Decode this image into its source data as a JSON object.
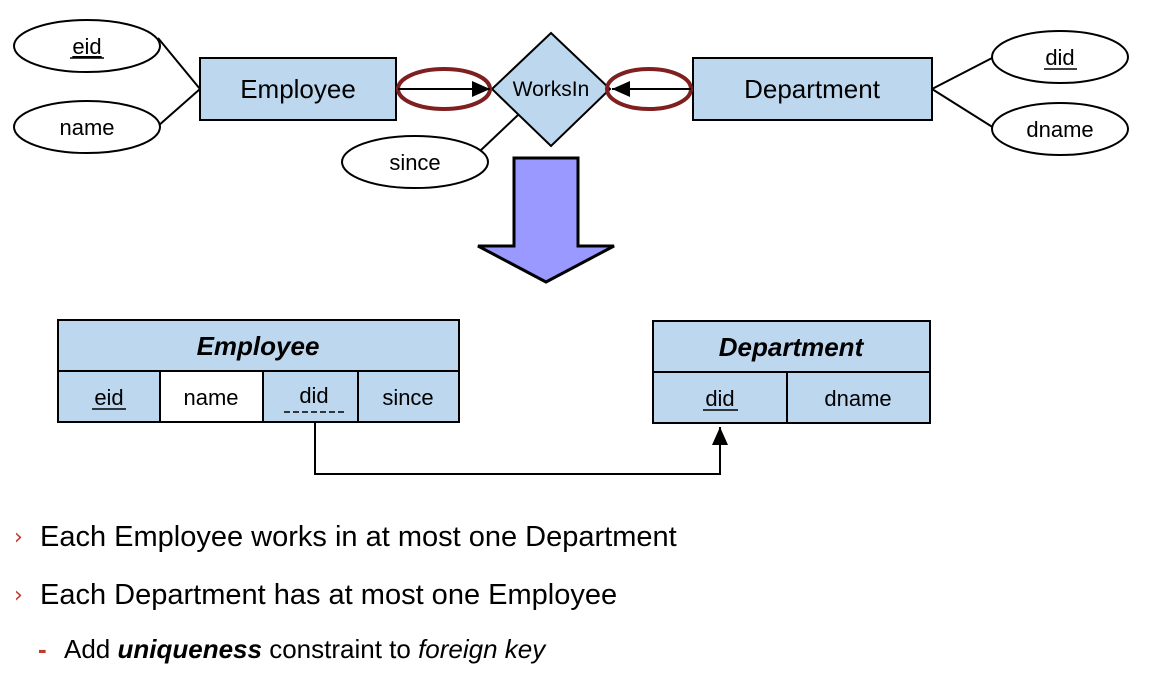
{
  "er": {
    "employee_entity": "Employee",
    "department_entity": "Department",
    "relationship": "WorksIn",
    "attrs": {
      "eid": "eid",
      "name": "name",
      "since": "since",
      "did": "did",
      "dname": "dname"
    }
  },
  "tables": {
    "employee": {
      "title": "Employee",
      "columns": [
        "eid",
        "name",
        "did",
        "since"
      ]
    },
    "department": {
      "title": "Department",
      "columns": [
        "did",
        "dname"
      ]
    }
  },
  "bullets": {
    "marker": "›",
    "line1": "Each Employee works in at most one Department",
    "line2": "Each Department has at most one Employee",
    "sub_marker": "-",
    "sub_pre": "Add ",
    "sub_bold": "uniqueness",
    "sub_mid": " constraint to ",
    "sub_italic": "foreign key"
  },
  "colors": {
    "entity_fill": "#bdd7ee",
    "arrow_fill": "#9999ff",
    "participation_ring": "#7f1f1f",
    "bullet_marker": "#c0392b"
  }
}
